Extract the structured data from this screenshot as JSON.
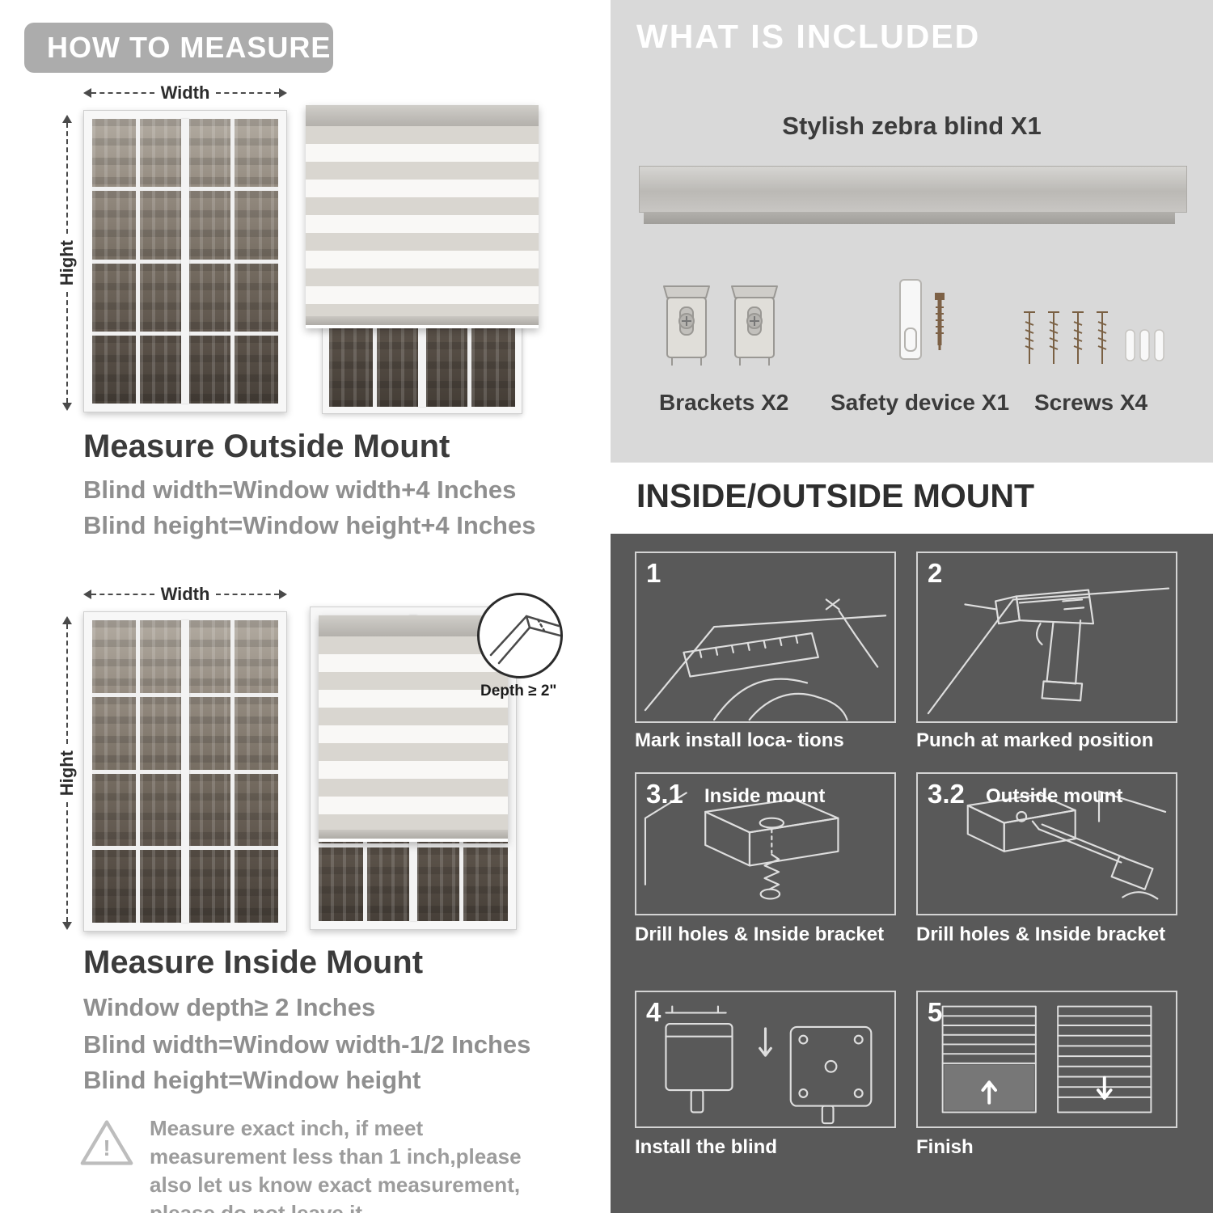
{
  "colors": {
    "banner_bg": "#ACACAC",
    "light_panel_bg": "#D9D9D9",
    "dark_panel_bg": "#595959",
    "heading_dark": "#3B3B3B",
    "text_gray": "#8F8F8F",
    "stripe_gray": "#D9D6D0",
    "line_art": "#DEDEDE"
  },
  "left": {
    "banner_title": "HOW TO MEASURE",
    "outside": {
      "width_label": "Width",
      "height_label": "Hight",
      "title": "Measure Outside Mount",
      "line1": "Blind width=Window width+4 Inches",
      "line2": "Blind height=Window height+4 Inches"
    },
    "inside": {
      "width_label": "Width",
      "height_label": "Hight",
      "depth_label": "Depth ≥ 2\"",
      "title": "Measure Inside Mount",
      "line1": "Window depth≥ 2 Inches",
      "line2": "Blind width=Window width-1/2 Inches",
      "line3": "Blind height=Window height"
    },
    "warning": {
      "mark": "!",
      "text": "Measure exact inch, if meet measurement less than 1 inch,please also let us know exact measurement, please do not leave it"
    }
  },
  "right": {
    "included": {
      "banner_title": "WHAT IS INCLUDED",
      "blind_label": "Stylish zebra blind X1",
      "items": [
        {
          "label": "Brackets X2"
        },
        {
          "label": "Safety device X1"
        },
        {
          "label": "Screws X4"
        }
      ]
    },
    "mount": {
      "title": "INSIDE/OUTSIDE MOUNT",
      "steps": [
        {
          "num": "1",
          "sub": "",
          "caption": "Mark install loca- tions"
        },
        {
          "num": "2",
          "sub": "",
          "caption": "Punch at  marked position"
        },
        {
          "num": "3.1",
          "sub": "Inside mount",
          "caption": "Drill holes &  Inside bracket"
        },
        {
          "num": "3.2",
          "sub": "Outside mount",
          "caption": "Drill holes &  Inside bracket"
        },
        {
          "num": "4",
          "sub": "",
          "caption": "Install the blind"
        },
        {
          "num": "5",
          "sub": "",
          "caption": "Finish"
        }
      ]
    }
  }
}
